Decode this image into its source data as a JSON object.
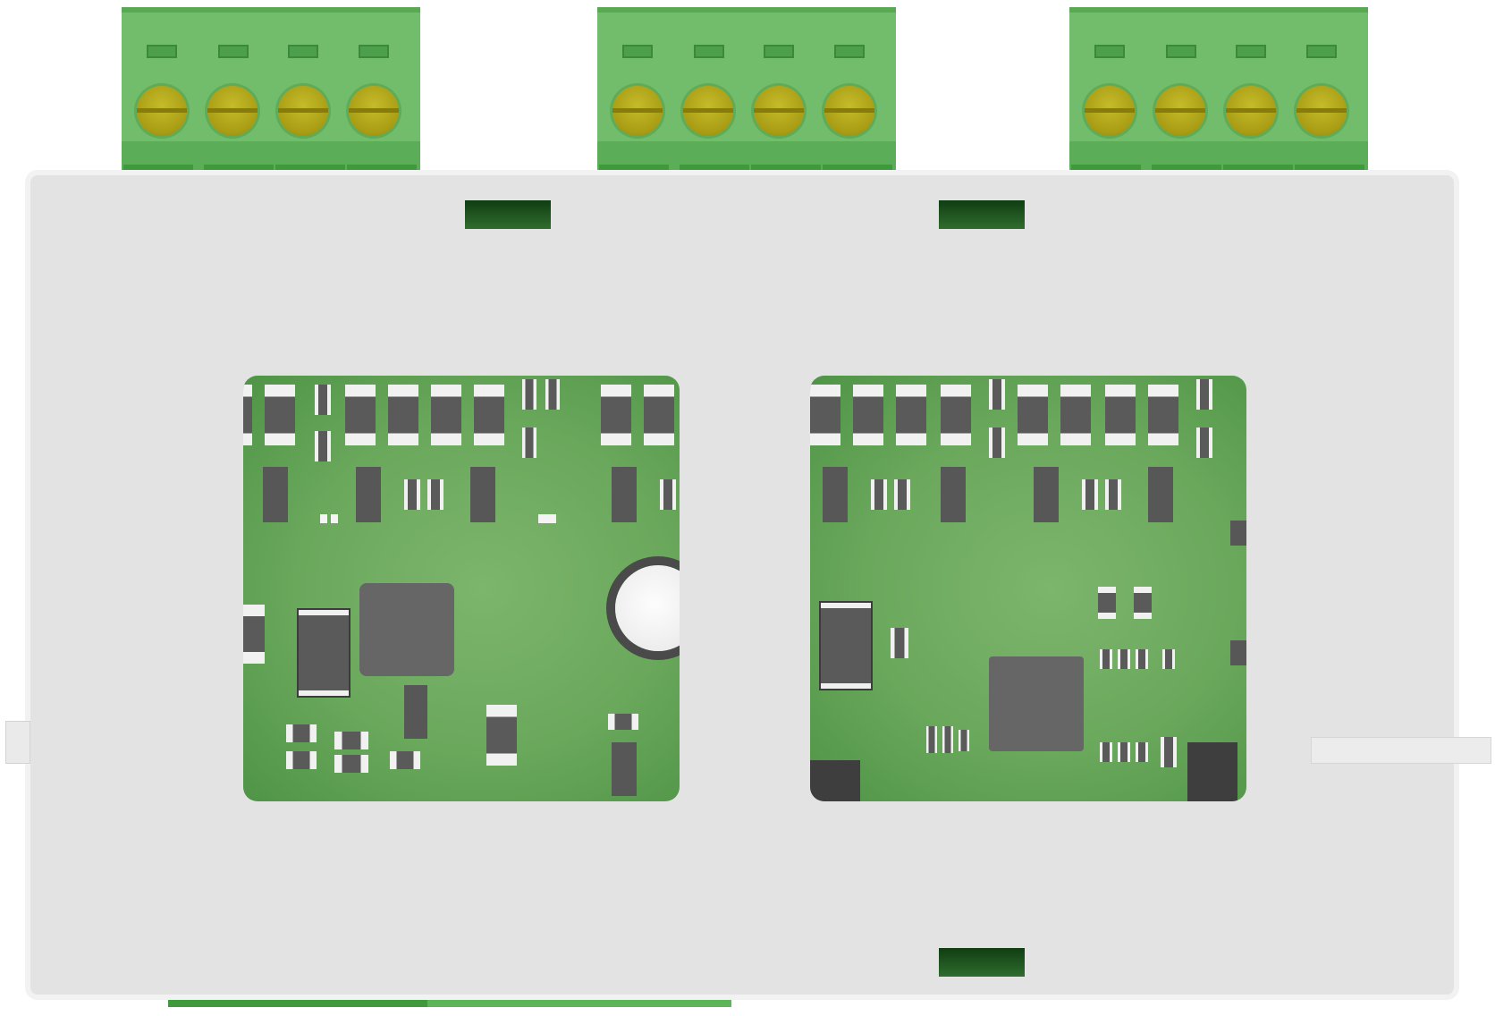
{
  "scene": {
    "colors": {
      "terminal_green": "#72bd6c",
      "screw_yellow": "#b5a91c",
      "housing_grey": "#e3e3e3",
      "pcb_green": "#6aa85c",
      "component_dark": "#575757"
    },
    "terminal_blocks": [
      {
        "name": "terminal-block-left",
        "screws": 4
      },
      {
        "name": "terminal-block-center",
        "screws": 4
      },
      {
        "name": "terminal-block-right",
        "screws": 4
      }
    ],
    "pcb_windows": [
      {
        "name": "pcb-window-left"
      },
      {
        "name": "pcb-window-right"
      }
    ]
  }
}
